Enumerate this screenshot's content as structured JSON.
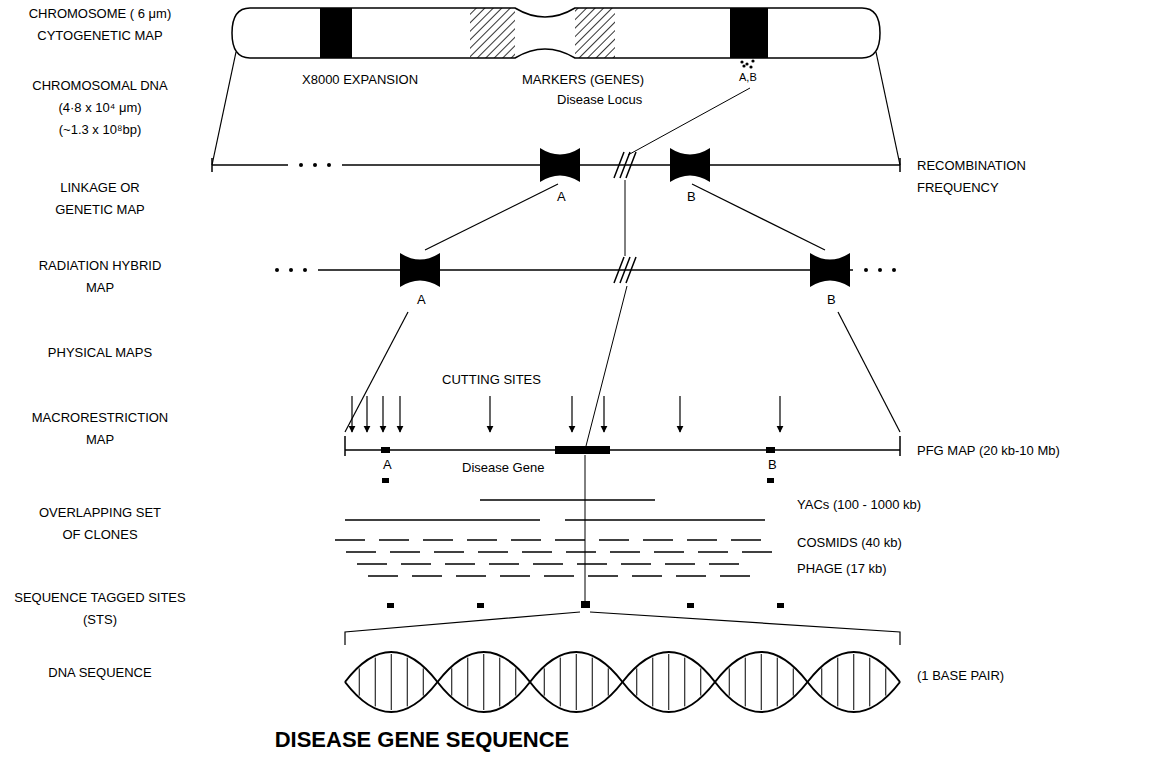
{
  "diagram": {
    "labels": [
      "CHROMOSOME ( 6 μm)",
      "CYTOGENETIC MAP",
      "CHROMOSOMAL DNA",
      "(4·8 x 10⁴ μm)",
      "(~1.3 x 10⁸bp)",
      "X8000 EXPANSION",
      "MARKERS (GENES)",
      "A,B",
      "Disease Locus",
      "LINKAGE OR",
      "GENETIC MAP",
      "A",
      "B",
      "RECOMBINATION",
      "FREQUENCY",
      "RADIATION HYBRID",
      "MAP",
      "A",
      "B",
      "PHYSICAL MAPS",
      "CUTTING SITES",
      "MACRORESTRICTION",
      "MAP",
      "A",
      "Disease Gene",
      "B",
      "PFG MAP (20 kb-10 Mb)",
      "YACs (100 - 1000 kb)",
      "OVERLAPPING SET",
      "OF CLONES",
      "COSMIDS (40 kb)",
      "PHAGE (17 kb)",
      "SEQUENCE TAGGED SITES",
      "(STS)",
      "DNA SEQUENCE",
      "(1 BASE PAIR)",
      "DISEASE GENE SEQUENCE"
    ]
  }
}
